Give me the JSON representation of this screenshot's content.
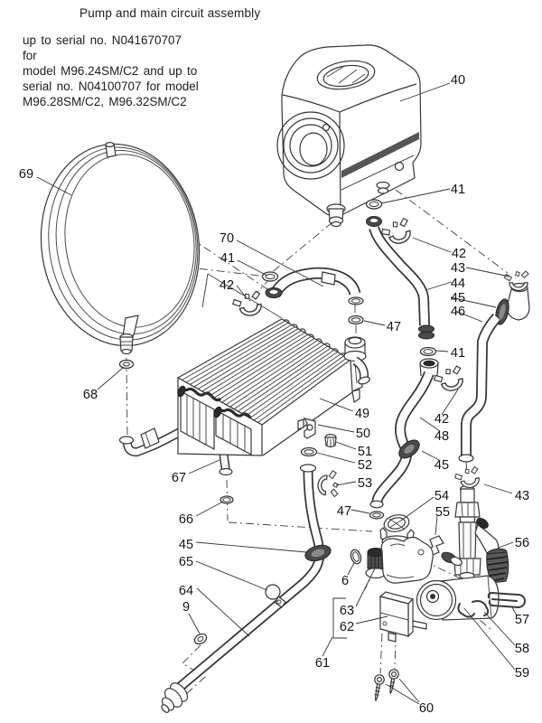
{
  "header": {
    "title": "Pump and main circuit assembly",
    "note_lines": [
      "up to serial no. N041670707 for",
      "model M96.24SM/C2 and up to",
      "serial no. N04100707 for model",
      "M96.28SM/C2, M96.32SM/C2"
    ]
  },
  "diagram": {
    "type": "exploded-parts-diagram",
    "subject": "boiler pump and main circuit assembly",
    "colors": {
      "ink": "#363636",
      "paper": "#ffffff",
      "rubber_dark": "#4a4a4a"
    },
    "callouts": [
      {
        "n": "40"
      },
      {
        "n": "41"
      },
      {
        "n": "42"
      },
      {
        "n": "43"
      },
      {
        "n": "44"
      },
      {
        "n": "45"
      },
      {
        "n": "46"
      },
      {
        "n": "41"
      },
      {
        "n": "42"
      },
      {
        "n": "48"
      },
      {
        "n": "45"
      },
      {
        "n": "54"
      },
      {
        "n": "55"
      },
      {
        "n": "43"
      },
      {
        "n": "56"
      },
      {
        "n": "57"
      },
      {
        "n": "58"
      },
      {
        "n": "59"
      },
      {
        "n": "60"
      },
      {
        "n": "70"
      },
      {
        "n": "41"
      },
      {
        "n": "42"
      },
      {
        "n": "47"
      },
      {
        "n": "49"
      },
      {
        "n": "50"
      },
      {
        "n": "51"
      },
      {
        "n": "52"
      },
      {
        "n": "53"
      },
      {
        "n": "47"
      },
      {
        "n": "69"
      },
      {
        "n": "68"
      },
      {
        "n": "67"
      },
      {
        "n": "66"
      },
      {
        "n": "45"
      },
      {
        "n": "65"
      },
      {
        "n": "64"
      },
      {
        "n": "9"
      },
      {
        "n": "6"
      },
      {
        "n": "63"
      },
      {
        "n": "62"
      },
      {
        "n": "61"
      }
    ]
  }
}
